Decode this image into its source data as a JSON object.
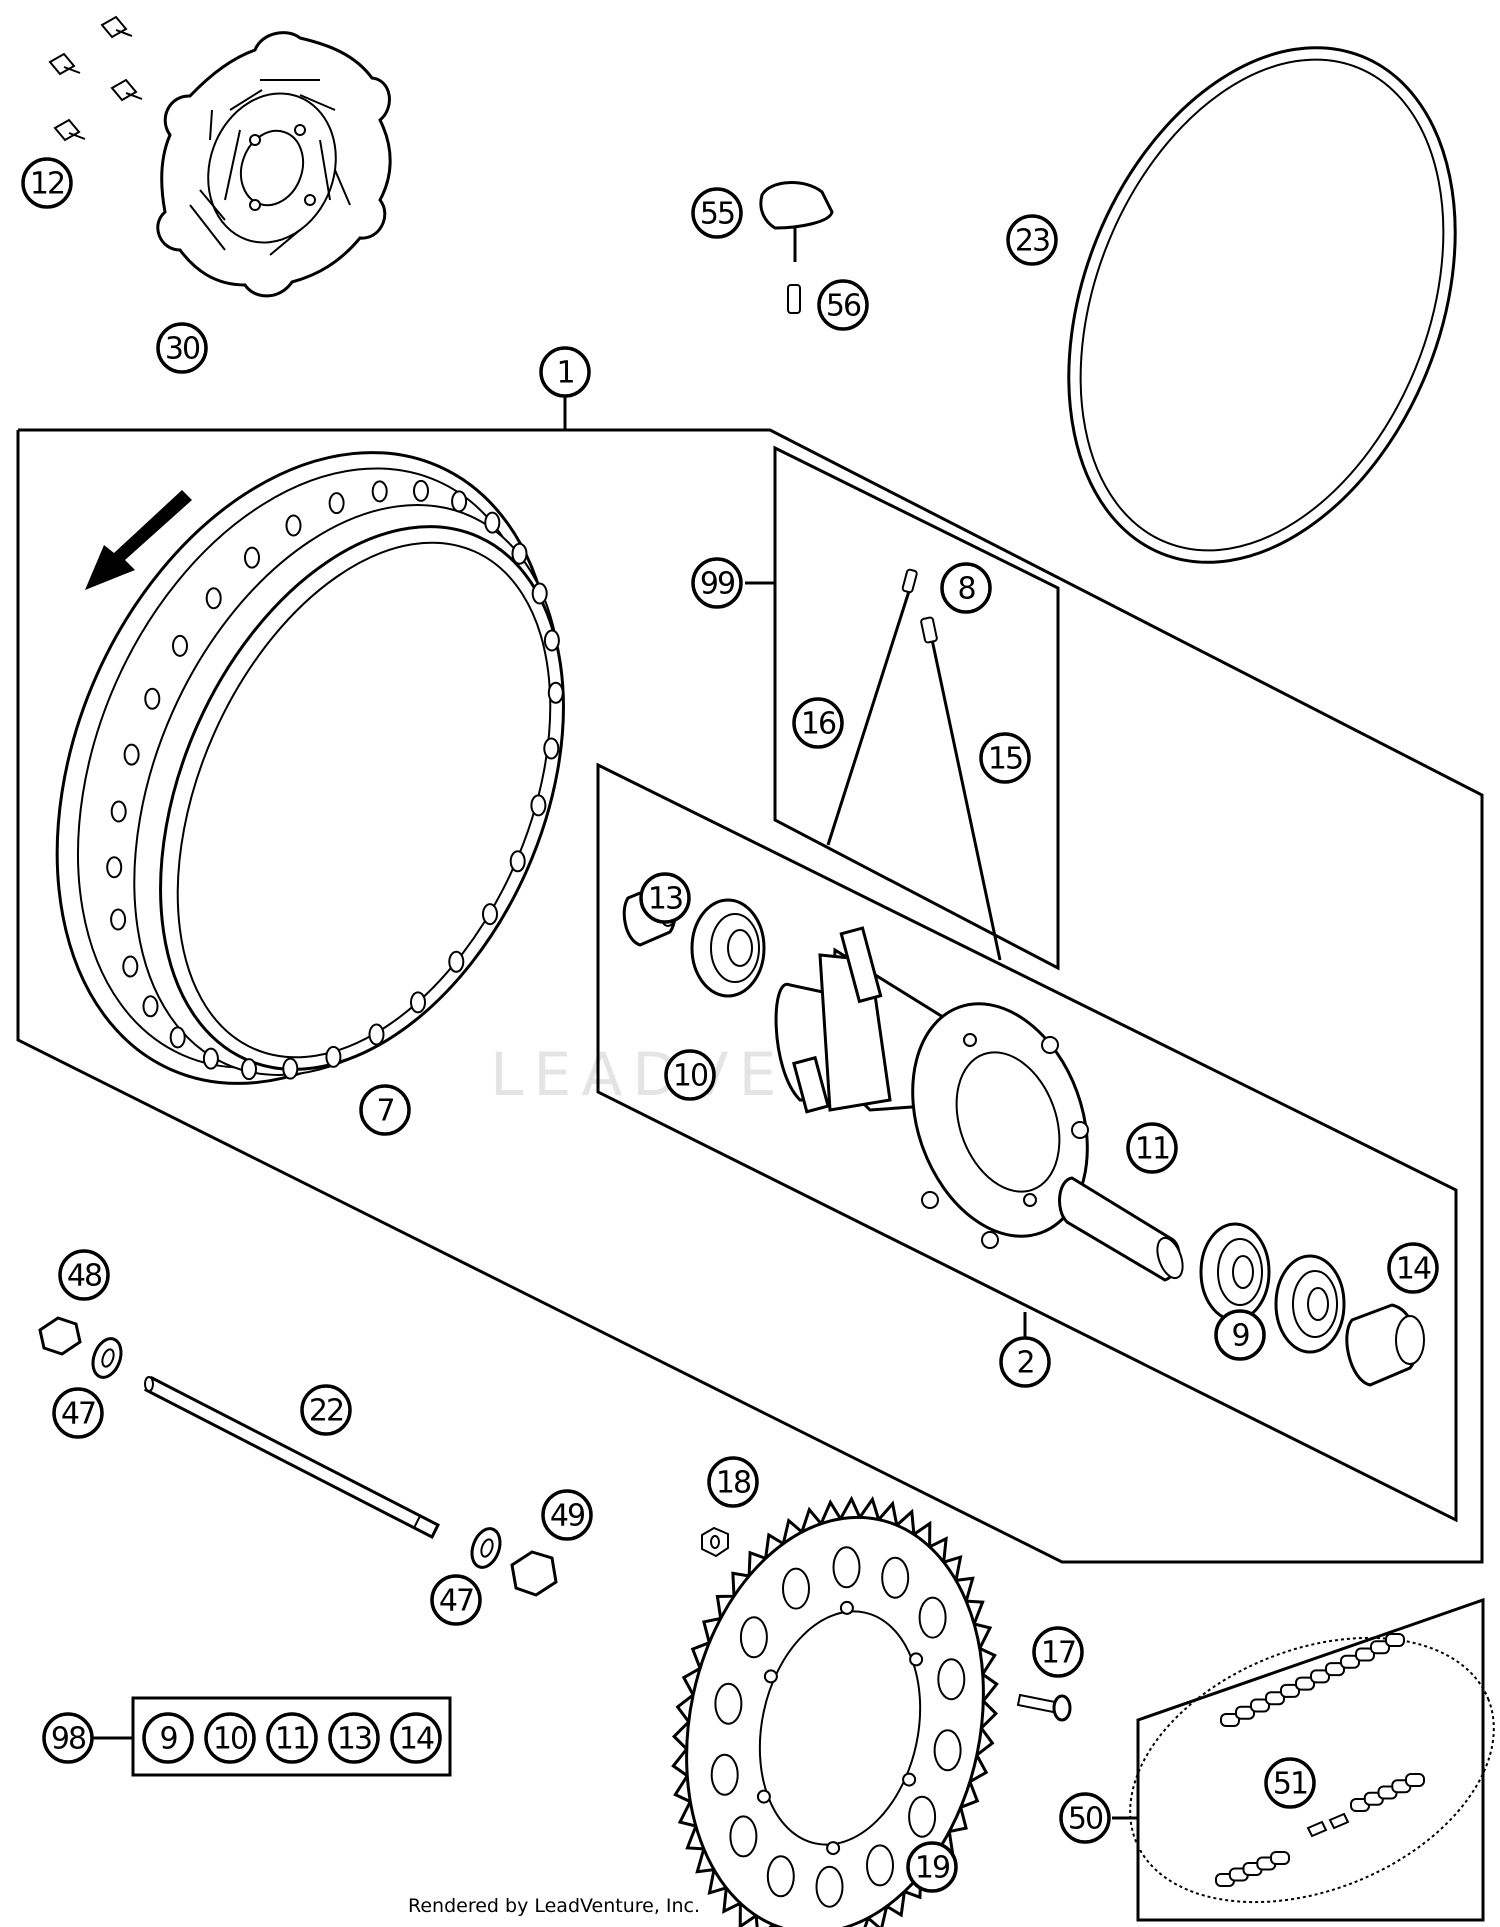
{
  "callouts": [
    {
      "id": "c1",
      "label": "1"
    },
    {
      "id": "c2",
      "label": "2"
    },
    {
      "id": "c7",
      "label": "7"
    },
    {
      "id": "c8",
      "label": "8"
    },
    {
      "id": "c9",
      "label": "9"
    },
    {
      "id": "c10",
      "label": "10"
    },
    {
      "id": "c11",
      "label": "11"
    },
    {
      "id": "c12",
      "label": "12"
    },
    {
      "id": "c13",
      "label": "13"
    },
    {
      "id": "c14",
      "label": "14"
    },
    {
      "id": "c15",
      "label": "15"
    },
    {
      "id": "c16",
      "label": "16"
    },
    {
      "id": "c17",
      "label": "17"
    },
    {
      "id": "c18",
      "label": "18"
    },
    {
      "id": "c19",
      "label": "19"
    },
    {
      "id": "c22",
      "label": "22"
    },
    {
      "id": "c23",
      "label": "23"
    },
    {
      "id": "c30",
      "label": "30"
    },
    {
      "id": "c47a",
      "label": "47"
    },
    {
      "id": "c47b",
      "label": "47"
    },
    {
      "id": "c48",
      "label": "48"
    },
    {
      "id": "c49",
      "label": "49"
    },
    {
      "id": "c50",
      "label": "50"
    },
    {
      "id": "c51",
      "label": "51"
    },
    {
      "id": "c55",
      "label": "55"
    },
    {
      "id": "c56",
      "label": "56"
    },
    {
      "id": "c98",
      "label": "98"
    },
    {
      "id": "c99",
      "label": "99"
    }
  ],
  "kit_98_items": [
    "9",
    "10",
    "11",
    "13",
    "14"
  ],
  "watermark": "LEADVENTURE",
  "credit": "Rendered by LeadVenture, Inc."
}
